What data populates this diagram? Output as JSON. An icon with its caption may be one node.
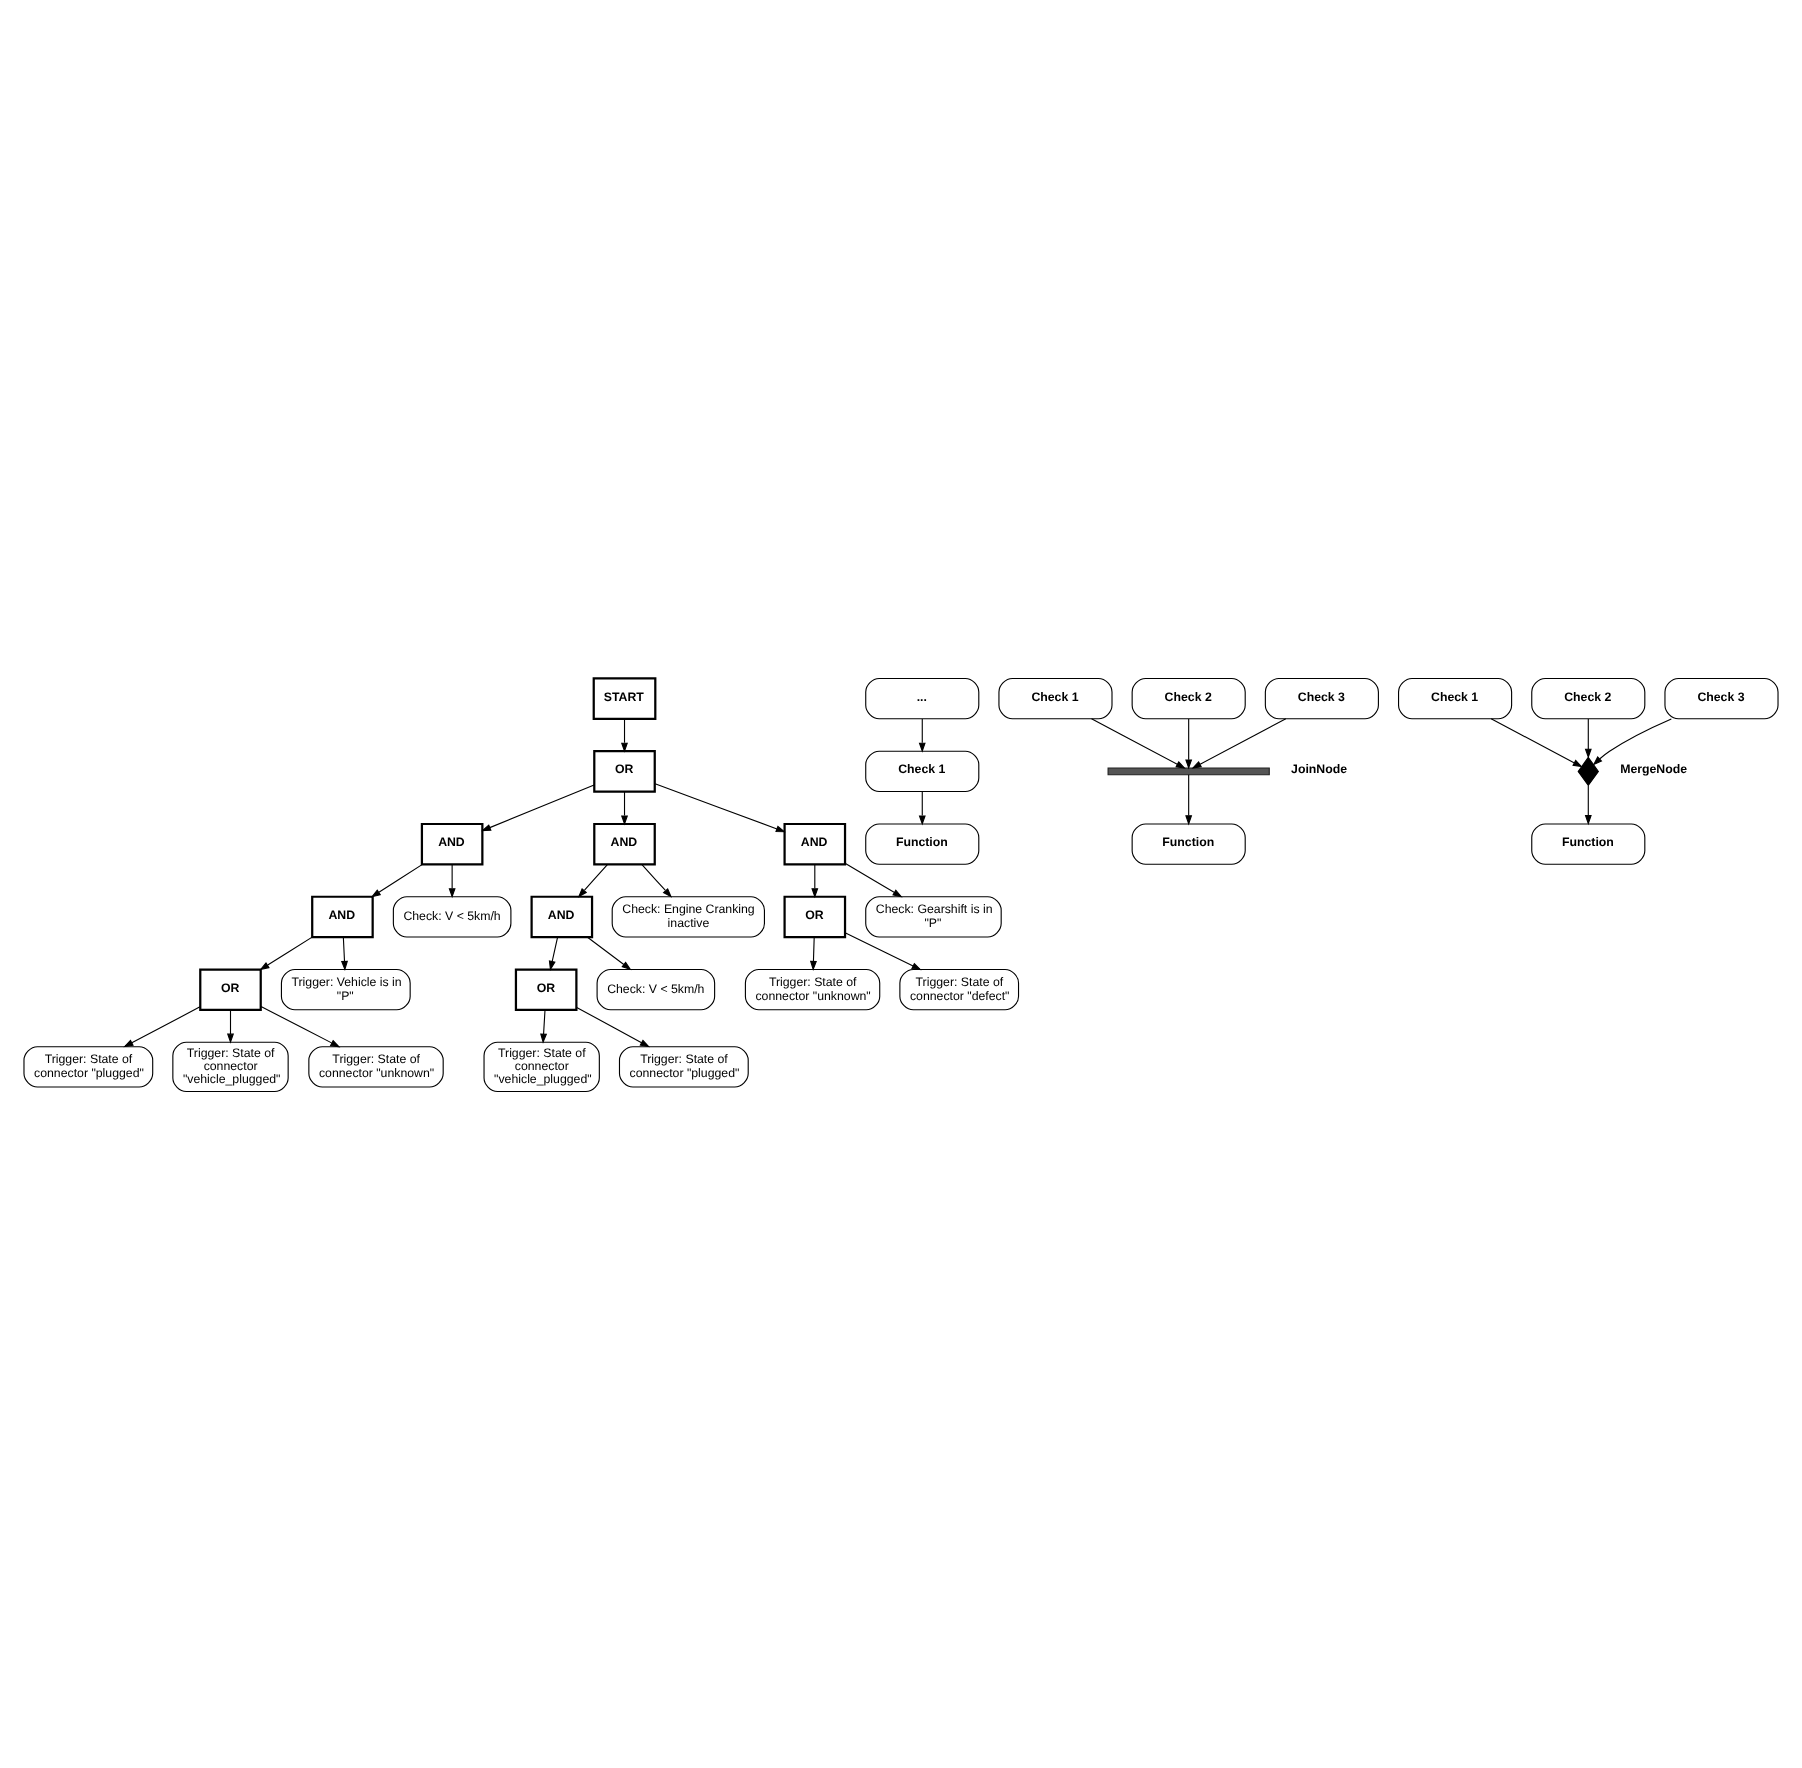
{
  "diagram": {
    "nodes": [
      {
        "text": [
          "START"
        ]
      },
      {
        "text": [
          "OR"
        ]
      },
      {
        "text": [
          "AND"
        ]
      },
      {
        "text": [
          "AND"
        ]
      },
      {
        "text": [
          "AND"
        ]
      },
      {
        "text": [
          "AND"
        ]
      },
      {
        "text": [
          "Check: V < 5km/h"
        ]
      },
      {
        "text": [
          "AND"
        ]
      },
      {
        "text": [
          "Check: Engine Cranking inactive"
        ]
      },
      {
        "text": [
          "OR"
        ]
      },
      {
        "text": [
          "Check: Gearshift is in \"P\""
        ]
      },
      {
        "text": [
          "OR"
        ]
      },
      {
        "text": [
          "Trigger: Vehicle is in \"P\""
        ]
      },
      {
        "text": [
          "OR"
        ]
      },
      {
        "text": [
          "Check: V < 5km/h"
        ]
      },
      {
        "text": [
          "Trigger: State of connector \"unknown\""
        ]
      },
      {
        "text": [
          "Trigger: State of connector \"defect\""
        ]
      },
      {
        "text": [
          "Trigger: State of connector \"plugged\""
        ]
      },
      {
        "text": [
          "Trigger: State of connector \"vehicle_plugged\""
        ]
      },
      {
        "text": [
          "Trigger: State of connector \"unknown\""
        ]
      },
      {
        "text": [
          "Trigger: State of connector \"vehicle_plugged\""
        ]
      },
      {
        "text": [
          "Trigger: State of connector \"plugged\""
        ]
      },
      {
        "text": [
          "..."
        ]
      },
      {
        "text": [
          "Check 1"
        ]
      },
      {
        "text": [
          "Function"
        ]
      },
      {
        "text": [
          "Check 1"
        ]
      },
      {
        "text": [
          "Check 2"
        ]
      },
      {
        "text": [
          "Check 3"
        ]
      },
      {
        "text": [],
        "shape": "bar",
        "beside": [
          "JoinNode"
        ]
      },
      {
        "text": [
          "Function"
        ]
      },
      {
        "text": [
          "Check 1"
        ]
      },
      {
        "text": [
          "Check 2"
        ]
      },
      {
        "text": [
          "Check 3"
        ]
      },
      {
        "text": [],
        "shape": "diamond",
        "beside": [
          "MergeNode"
        ]
      },
      {
        "text": [
          "Function"
        ]
      }
    ],
    "edges": [
      {
        "from": 0,
        "to": 1,
        "arrow": "to"
      },
      {
        "from": 1,
        "to": 2,
        "arrow": "to"
      },
      {
        "from": 1,
        "to": 3,
        "arrow": "to"
      },
      {
        "from": 1,
        "to": 4,
        "arrow": "to"
      },
      {
        "from": 2,
        "to": 5,
        "arrow": "to"
      },
      {
        "from": 2,
        "to": 6,
        "arrow": "to"
      },
      {
        "from": 3,
        "to": 7,
        "arrow": "to"
      },
      {
        "from": 3,
        "to": 8,
        "arrow": "to"
      },
      {
        "from": 4,
        "to": 9,
        "arrow": "to"
      },
      {
        "from": 4,
        "to": 10,
        "arrow": "to"
      },
      {
        "from": 5,
        "to": 11,
        "arrow": "to"
      },
      {
        "from": 5,
        "to": 12,
        "arrow": "to"
      },
      {
        "from": 7,
        "to": 13,
        "arrow": "to"
      },
      {
        "from": 7,
        "to": 14,
        "arrow": "to"
      },
      {
        "from": 9,
        "to": 15,
        "arrow": "to"
      },
      {
        "from": 9,
        "to": 16,
        "arrow": "to"
      },
      {
        "from": 11,
        "to": 17,
        "arrow": "to"
      },
      {
        "from": 11,
        "to": 18,
        "arrow": "to"
      },
      {
        "from": 11,
        "to": 19,
        "arrow": "to"
      },
      {
        "from": 13,
        "to": 20,
        "arrow": "to"
      },
      {
        "from": 13,
        "to": 21,
        "arrow": "to"
      },
      {
        "from": 22,
        "to": 23,
        "arrow": "to"
      },
      {
        "from": 23,
        "to": 24,
        "arrow": "to"
      },
      {
        "from": 25,
        "to": 28,
        "arrow": "to"
      },
      {
        "from": 26,
        "to": 28,
        "arrow": "to"
      },
      {
        "from": 27,
        "to": 28,
        "arrow": "to"
      },
      {
        "from": 28,
        "to": 29,
        "arrow": "to"
      },
      {
        "from": 30,
        "to": 33,
        "arrow": "to"
      },
      {
        "from": 31,
        "to": 33,
        "arrow": "to"
      },
      {
        "from": 32,
        "to": 33,
        "arrow": "to"
      },
      {
        "from": 33,
        "to": 34,
        "arrow": "to"
      }
    ]
  }
}
